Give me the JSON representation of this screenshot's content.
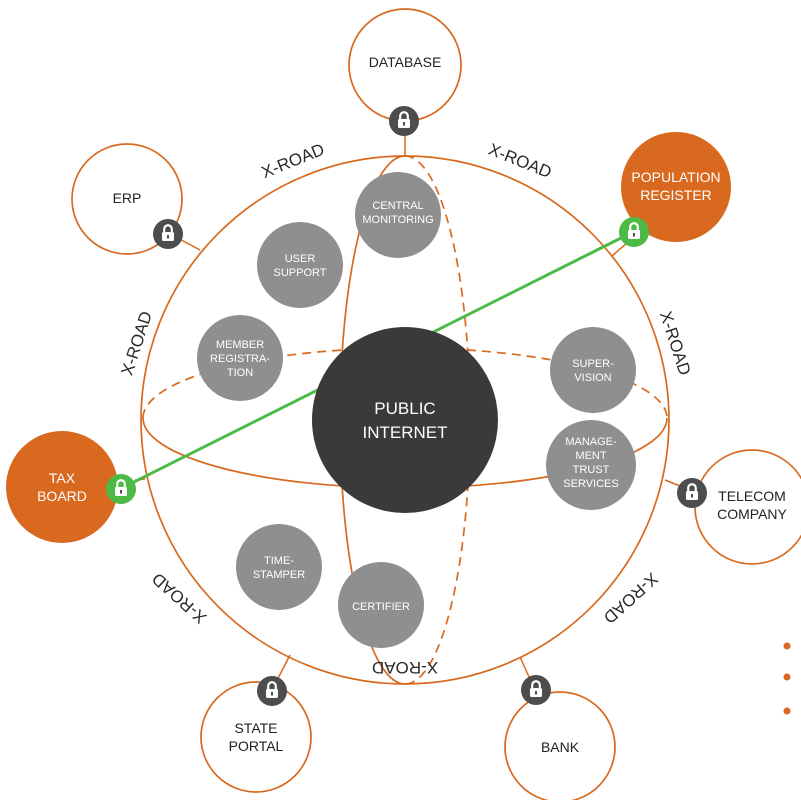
{
  "colors": {
    "accent": "#d8691f",
    "secure": "#4cba45",
    "service": "#8f8f8f",
    "core": "#3a3a3a",
    "lock_dark": "#4d4d4d"
  },
  "core": {
    "line1": "PUBLIC",
    "line2": "INTERNET"
  },
  "services": {
    "central_monitoring": [
      "CENTRAL",
      "MONITORING"
    ],
    "user_support": [
      "USER",
      "SUPPORT"
    ],
    "member_registration": [
      "MEMBER",
      "REGISTRA-",
      "TION"
    ],
    "supervision": [
      "SUPER-",
      "VISION"
    ],
    "management_trust_services": [
      "MANAGE-",
      "MENT",
      "TRUST",
      "SERVICES"
    ],
    "time_stamper": [
      "TIME-",
      "STAMPER"
    ],
    "certifier": [
      "CERTIFIER"
    ]
  },
  "nodes": {
    "database": [
      "DATABASE"
    ],
    "erp": [
      "ERP"
    ],
    "population_register": [
      "POPULATION",
      "REGISTER"
    ],
    "tax_board": [
      "TAX",
      "BOARD"
    ],
    "telecom_company": [
      "TELECOM",
      "COMPANY"
    ],
    "state_portal": [
      "STATE",
      "PORTAL"
    ],
    "bank": [
      "BANK"
    ]
  },
  "road_label": "X-ROAD",
  "icons": {
    "lock": "lock-icon"
  }
}
